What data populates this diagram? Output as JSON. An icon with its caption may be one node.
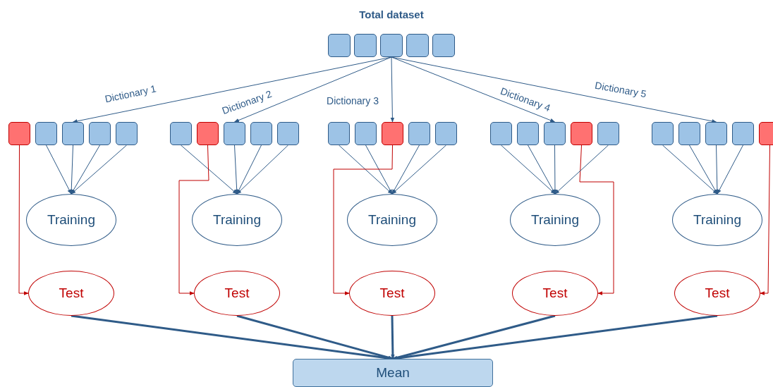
{
  "diagram": {
    "nodes": [
      {
        "text": [],
        "shape": "box"
      },
      {
        "text": [],
        "shape": "box"
      },
      {
        "text": [],
        "shape": "box"
      },
      {
        "text": [],
        "shape": "box"
      },
      {
        "text": [],
        "shape": "box"
      },
      {
        "text": [],
        "shape": "box"
      },
      {
        "text": [],
        "shape": "box"
      },
      {
        "text": [],
        "shape": "box"
      },
      {
        "text": [],
        "shape": "box"
      },
      {
        "text": [],
        "shape": "box"
      },
      {
        "text": [],
        "shape": "box"
      },
      {
        "text": [],
        "shape": "box"
      },
      {
        "text": [],
        "shape": "box"
      },
      {
        "text": [],
        "shape": "box"
      },
      {
        "text": [],
        "shape": "box"
      },
      {
        "text": [],
        "shape": "box"
      },
      {
        "text": [],
        "shape": "box"
      },
      {
        "text": [],
        "shape": "box"
      },
      {
        "text": [],
        "shape": "box"
      },
      {
        "text": [],
        "shape": "box"
      },
      {
        "text": [],
        "shape": "box"
      },
      {
        "text": [],
        "shape": "box"
      },
      {
        "text": [],
        "shape": "box"
      },
      {
        "text": [],
        "shape": "box"
      },
      {
        "text": [],
        "shape": "box"
      },
      {
        "text": [],
        "shape": "box"
      },
      {
        "text": [],
        "shape": "box"
      },
      {
        "text": [],
        "shape": "box"
      },
      {
        "text": [],
        "shape": "box"
      },
      {
        "text": [],
        "shape": "box"
      },
      {
        "text": [
          "Training"
        ]
      },
      {
        "text": [
          "Training"
        ]
      },
      {
        "text": [
          "Training"
        ]
      },
      {
        "text": [
          "Training"
        ]
      },
      {
        "text": [
          "Training"
        ]
      },
      {
        "text": [
          "Test"
        ]
      },
      {
        "text": [
          "Test"
        ]
      },
      {
        "text": [
          "Test"
        ]
      },
      {
        "text": [
          "Test"
        ]
      },
      {
        "text": [
          "Test"
        ]
      },
      {
        "text": [
          "Mean"
        ]
      }
    ],
    "edges": [
      {
        "from": 2,
        "to": 7,
        "arrow": "to",
        "label": "Dictionary 1"
      },
      {
        "from": 2,
        "to": 12,
        "arrow": "to",
        "label": "Dictionary 2"
      },
      {
        "from": 2,
        "to": 17,
        "arrow": "to",
        "label": "Dictionary 3"
      },
      {
        "from": 2,
        "to": 22,
        "arrow": "to",
        "label": "Dictionary 4"
      },
      {
        "from": 2,
        "to": 27,
        "arrow": "to",
        "label": "Dictionary 5"
      },
      {
        "from": 5,
        "to": 35,
        "arrow": "to",
        "color": "#c00000"
      },
      {
        "from": 6,
        "to": 30,
        "arrow": "to"
      },
      {
        "from": 7,
        "to": 30,
        "arrow": "to"
      },
      {
        "from": 8,
        "to": 30,
        "arrow": "to"
      },
      {
        "from": 9,
        "to": 30,
        "arrow": "to"
      },
      {
        "from": 10,
        "to": 31,
        "arrow": "to"
      },
      {
        "from": 11,
        "to": 36,
        "arrow": "to",
        "color": "#c00000"
      },
      {
        "from": 12,
        "to": 31,
        "arrow": "to"
      },
      {
        "from": 13,
        "to": 31,
        "arrow": "to"
      },
      {
        "from": 14,
        "to": 31,
        "arrow": "to"
      },
      {
        "from": 15,
        "to": 32,
        "arrow": "to"
      },
      {
        "from": 16,
        "to": 32,
        "arrow": "to"
      },
      {
        "from": 17,
        "to": 37,
        "arrow": "to",
        "color": "#c00000"
      },
      {
        "from": 18,
        "to": 32,
        "arrow": "to"
      },
      {
        "from": 19,
        "to": 32,
        "arrow": "to"
      },
      {
        "from": 20,
        "to": 33,
        "arrow": "to"
      },
      {
        "from": 21,
        "to": 33,
        "arrow": "to"
      },
      {
        "from": 22,
        "to": 33,
        "arrow": "to"
      },
      {
        "from": 23,
        "to": 38,
        "arrow": "to",
        "color": "#c00000"
      },
      {
        "from": 24,
        "to": 33,
        "arrow": "to"
      },
      {
        "from": 25,
        "to": 34,
        "arrow": "to"
      },
      {
        "from": 26,
        "to": 34,
        "arrow": "to"
      },
      {
        "from": 27,
        "to": 34,
        "arrow": "to"
      },
      {
        "from": 28,
        "to": 34,
        "arrow": "to"
      },
      {
        "from": 29,
        "to": 39,
        "arrow": "to",
        "color": "#c00000"
      },
      {
        "from": 35,
        "to": 40,
        "arrow": "to",
        "style": "thick"
      },
      {
        "from": 36,
        "to": 40,
        "arrow": "to",
        "style": "thick"
      },
      {
        "from": 37,
        "to": 40,
        "arrow": "to",
        "style": "thick"
      },
      {
        "from": 38,
        "to": 40,
        "arrow": "to",
        "style": "thick"
      },
      {
        "from": 39,
        "to": 40,
        "arrow": "to",
        "style": "thick"
      }
    ],
    "labels": [
      "Total dataset"
    ]
  }
}
